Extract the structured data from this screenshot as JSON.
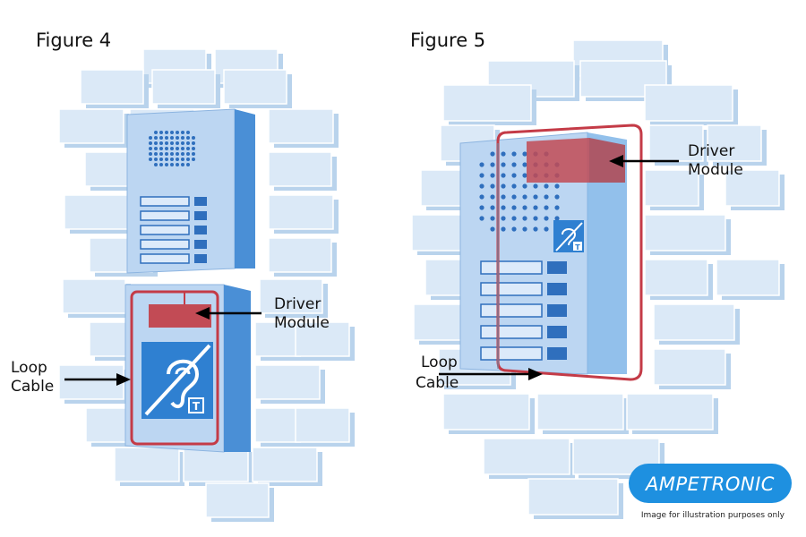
{
  "figures": [
    {
      "title": "Figure 4",
      "labels": {
        "driver_line1": "Driver",
        "driver_line2": "Module",
        "loop_line1": "Loop",
        "loop_line2": "Cable"
      },
      "hearing_symbol_letter": "T"
    },
    {
      "title": "Figure 5",
      "labels": {
        "driver_line1": "Driver",
        "driver_line2": "Module",
        "loop_line1": "Loop",
        "loop_line2": "Cable"
      },
      "hearing_symbol_letter": "T"
    }
  ],
  "brand": {
    "logo_text": "AMPETRONIC",
    "disclaimer": "Image for illustration purposes only"
  },
  "colors": {
    "brick_fill": "#dbe9f7",
    "brick_side": "#b9d3ec",
    "panel_face": "#bcd6f2",
    "panel_side": "#4a8fd6",
    "speaker_dot": "#2f6fbd",
    "driver_module": "#c24b55",
    "loop_cable": "#c43b47",
    "hearing_symbol": "#2f80d1",
    "logo_bg": "#1e90e0"
  },
  "icons": [
    "hearing-loop-icon",
    "arrow-icon"
  ]
}
